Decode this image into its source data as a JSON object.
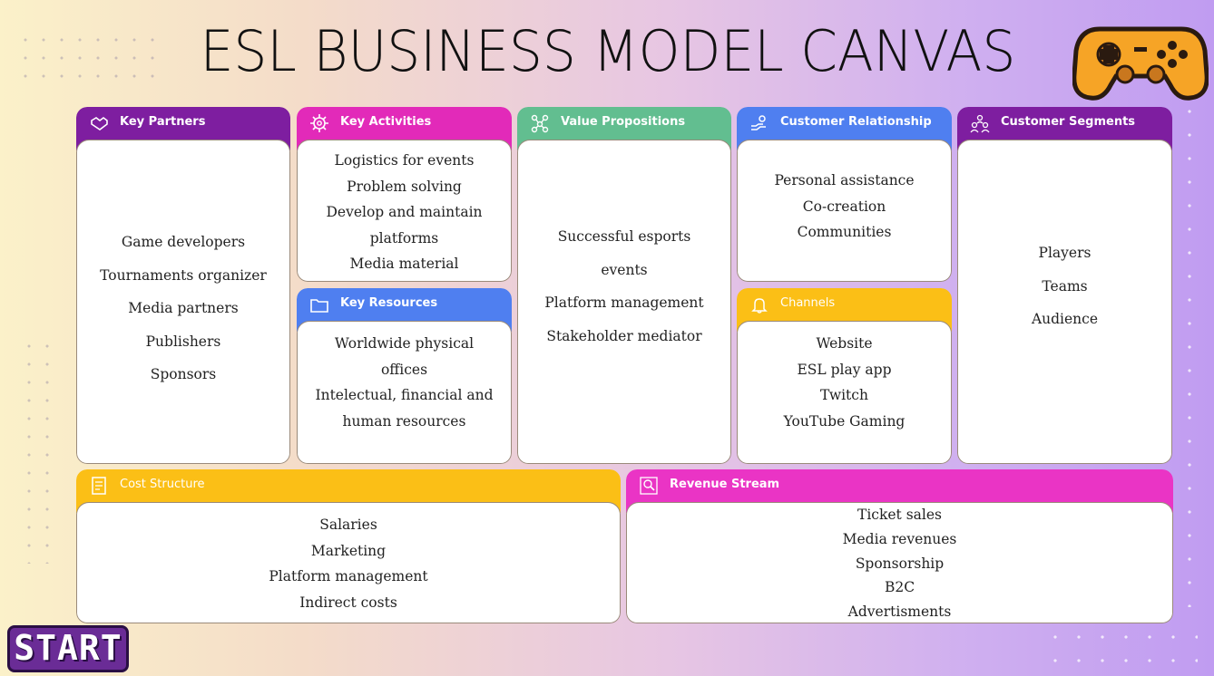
{
  "title": "ESL BUSINESS MODEL CANVAS",
  "start_label": "START",
  "colors": {
    "purple": "#7e1ea0",
    "magenta": "#e22ab9",
    "green": "#62be90",
    "blue": "#4f7ff0",
    "yellow": "#fbbf16",
    "pink": "#ea34c5"
  },
  "cards": {
    "key_partners": {
      "title": "Key Partners",
      "icon": "handshake-icon",
      "items": [
        "Game developers",
        "Tournaments organizer",
        "Media partners",
        "Publishers",
        "Sponsors"
      ]
    },
    "key_activities": {
      "title": "Key Activities",
      "icon": "gear-icon",
      "items": [
        "Logistics for events",
        "Problem solving",
        "Develop and maintain",
        "platforms",
        "Media material"
      ]
    },
    "key_resources": {
      "title": "Key Resources",
      "icon": "folder-icon",
      "items": [
        "Worldwide physical",
        "offices",
        "Intelectual, financial and",
        "human resources"
      ]
    },
    "value_propositions": {
      "title": "Value Propositions",
      "icon": "network-icon",
      "items": [
        "Successful esports",
        "events",
        "Platform management",
        "Stakeholder mediator"
      ]
    },
    "customer_relationship": {
      "title": "Customer Relationship",
      "icon": "handshake-icon",
      "items": [
        "Personal assistance",
        "Co-creation",
        "Communities"
      ]
    },
    "channels": {
      "title": "Channels",
      "icon": "bell-icon",
      "items": [
        "Website",
        "ESL play app",
        "Twitch",
        "YouTube Gaming"
      ]
    },
    "customer_segments": {
      "title": "Customer Segments",
      "icon": "people-icon",
      "items": [
        "Players",
        "Teams",
        "Audience"
      ]
    },
    "cost_structure": {
      "title": "Cost Structure",
      "icon": "document-icon",
      "items": [
        "Salaries",
        "Marketing",
        "Platform management",
        "Indirect costs"
      ]
    },
    "revenue_stream": {
      "title": "Revenue Stream",
      "icon": "magnifier-icon",
      "items": [
        "Ticket sales",
        "Media revenues",
        "Sponsorship",
        "B2C",
        "Advertisments"
      ]
    }
  }
}
